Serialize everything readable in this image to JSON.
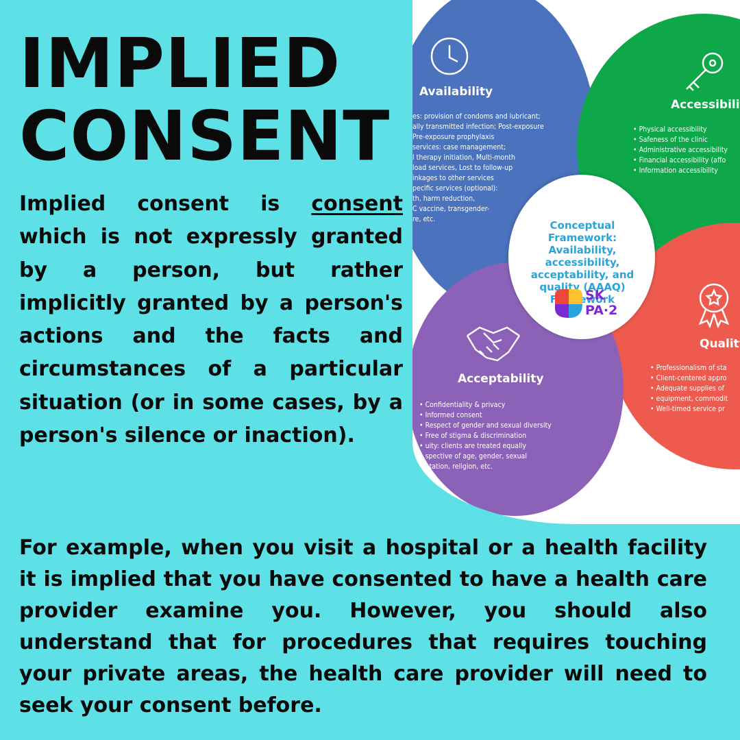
{
  "title": {
    "line1": "IMPLIED",
    "line2": "CONSENT"
  },
  "intro": {
    "before": "Implied consent is ",
    "link": "consent",
    "after": " which is not expressly granted by a person, but rather implicitly granted by a person's actions and the facts and circumstances of a particular situation (or in some cases, by a person's silence or inaction)."
  },
  "example": "For example, when you visit a hospital or a health facility it is implied that you have consented to have a health care provider examine you. However, you should also understand that for procedures that requires touching your private areas, the health care provider  will need to seek your consent before.",
  "framework": {
    "center": "Conceptual Framework: Availability, accessibility, acceptability, and quality (AAAQ) Framework",
    "logo_top": "SK",
    "logo_bottom": "PA·2",
    "availability": {
      "title": "Availability",
      "icon": "clock-icon",
      "items": [
        "es: provision of condoms and lubricant;",
        "ally transmitted infection; Post-exposure",
        "Pre-exposure prophylaxis",
        "services: case management;",
        "l therapy initiation, Multi-month",
        "load services, Lost to follow-up",
        "inkages to other services",
        "pecific services (optional):",
        "th, harm reduction,",
        "C vaccine, transgender-",
        "re, etc."
      ]
    },
    "accessibility": {
      "title": "Accessibility",
      "icon": "key-icon",
      "items": [
        "Physical accessibility",
        "Safeness of the clinic",
        "Administrative accessibility",
        "Financial accessibility (affo",
        "Information accessibility"
      ]
    },
    "quality": {
      "title": "Quality",
      "icon": "award-ribbon-icon",
      "items": [
        "Professionalism of sta",
        "Client-centered appro",
        "Adequate supplies of",
        "equipment, commodit",
        "Well-timed service pr"
      ]
    },
    "acceptability": {
      "title": "Acceptability",
      "icon": "handshake-icon",
      "items": [
        "Confidentiality & privacy",
        "Informed consent",
        "Respect of gender and sexual diversity",
        "Free of stigma & discrimination",
        "uity: clients are treated equally",
        "spective of age, gender, sexual",
        "ntation, religion, etc."
      ]
    },
    "colors": {
      "availability": "#4a72bd",
      "accessibility": "#0ea84b",
      "quality": "#ef5a4e",
      "acceptability": "#8c62b8",
      "center_text": "#2aa3dc",
      "background": "#5de1e6"
    }
  }
}
